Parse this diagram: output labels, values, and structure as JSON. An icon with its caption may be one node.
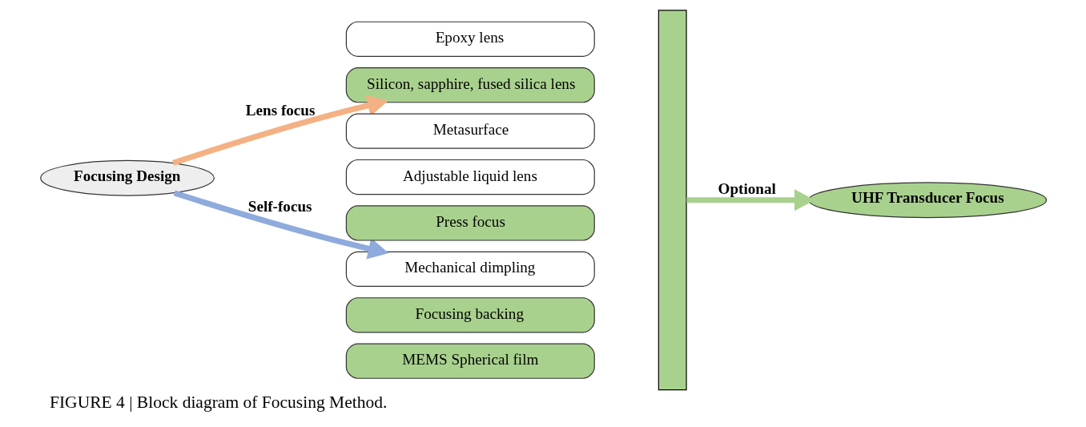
{
  "diagram": {
    "caption": "FIGURE 4 | Block diagram of Focusing Method.",
    "nodes": [
      {
        "text": [
          "Focusing Design"
        ]
      },
      {
        "text": [
          "Epoxy lens"
        ]
      },
      {
        "text": [
          "Silicon, sapphire, fused silica lens"
        ]
      },
      {
        "text": [
          "Metasurface"
        ]
      },
      {
        "text": [
          "Adjustable liquid lens"
        ]
      },
      {
        "text": [
          "Press focus"
        ]
      },
      {
        "text": [
          "Mechanical dimpling"
        ]
      },
      {
        "text": [
          "Focusing backing"
        ]
      },
      {
        "text": [
          "MEMS Spherical film"
        ]
      },
      {
        "text": [],
        "shape": "bar"
      },
      {
        "text": [
          "UHF Transducer Focus"
        ]
      }
    ],
    "edges": [
      {
        "from": 0,
        "to": 2,
        "arrow": "to",
        "label": "Lens focus",
        "color": "#f4b183"
      },
      {
        "from": 0,
        "to": 6,
        "arrow": "to",
        "label": "Self-focus",
        "color": "#8faadc"
      },
      {
        "from": 9,
        "to": 10,
        "arrow": "to",
        "label": "Optional",
        "color": "#a9d18e"
      }
    ]
  }
}
